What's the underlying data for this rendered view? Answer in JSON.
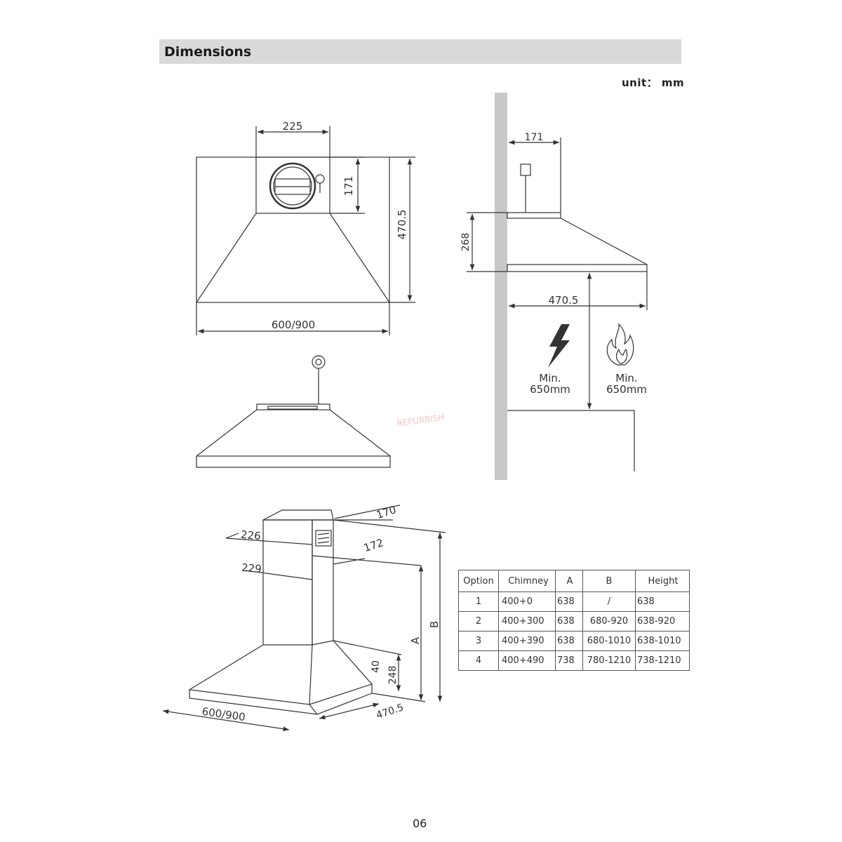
{
  "header": {
    "title": "Dimensions"
  },
  "unit_label": "unit：  mm",
  "front_view": {
    "duct_width": "225",
    "duct_height": "171",
    "total_height": "470.5",
    "width": "600/900"
  },
  "side_view": {
    "top_depth": "171",
    "hood_height": "268",
    "depth": "470.5",
    "electric_min": "Min.\n650mm",
    "gas_min": "Min.\n650mm"
  },
  "iso_view": {
    "chimney_depth_top": "170",
    "chimney_width_top": "226",
    "chimney_depth_bottom": "172",
    "chimney_width_bottom": "229",
    "label_a": "A",
    "label_b": "B",
    "dim_40": "40",
    "dim_248": "248",
    "width": "600/900",
    "depth": "470.5"
  },
  "watermark": "REFURBISH",
  "table": {
    "headers": [
      "Option",
      "Chimney",
      "A",
      "B",
      "Height"
    ],
    "rows": [
      [
        "1",
        "400+0",
        "638",
        "/",
        "638"
      ],
      [
        "2",
        "400+300",
        "638",
        "680-920",
        "638-920"
      ],
      [
        "3",
        "400+390",
        "638",
        "680-1010",
        "638-1010"
      ],
      [
        "4",
        "400+490",
        "738",
        "780-1210",
        "738-1210"
      ]
    ]
  },
  "page_number": "06"
}
